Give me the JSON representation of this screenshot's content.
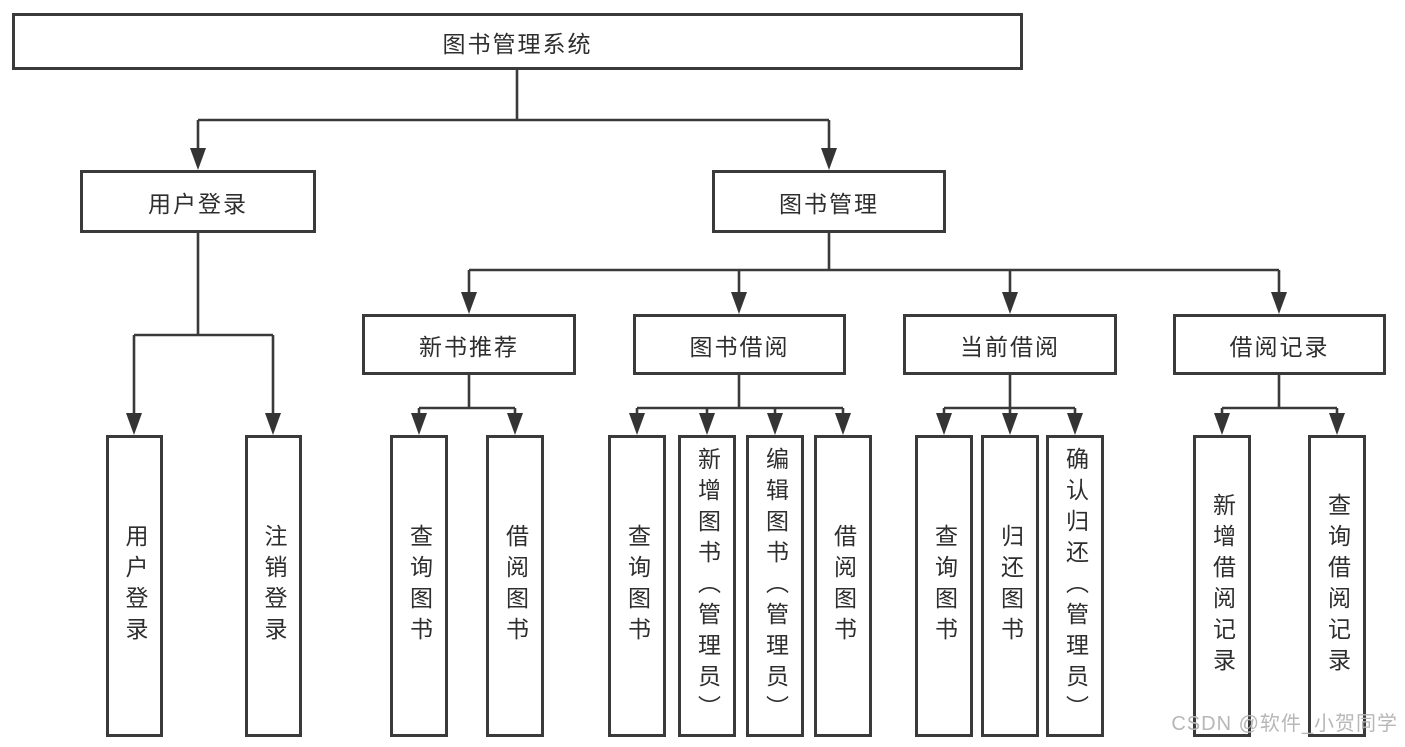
{
  "tree": {
    "label": "图书管理系统",
    "children": [
      {
        "label": "用户登录",
        "children": [
          {
            "label": "用户登录"
          },
          {
            "label": "注销登录"
          }
        ]
      },
      {
        "label": "图书管理",
        "children": [
          {
            "label": "新书推荐",
            "children": [
              {
                "label": "查询图书"
              },
              {
                "label": "借阅图书"
              }
            ]
          },
          {
            "label": "图书借阅",
            "children": [
              {
                "label": "查询图书"
              },
              {
                "label": "新增图书（管理员）"
              },
              {
                "label": "编辑图书（管理员）"
              },
              {
                "label": "借阅图书"
              }
            ]
          },
          {
            "label": "当前借阅",
            "children": [
              {
                "label": "查询图书"
              },
              {
                "label": "归还图书"
              },
              {
                "label": "确认归还（管理员）"
              }
            ]
          },
          {
            "label": "借阅记录",
            "children": [
              {
                "label": "新增借阅记录"
              },
              {
                "label": "查询借阅记录"
              }
            ]
          }
        ]
      }
    ]
  },
  "watermark": "CSDN @软件_小贺同学",
  "colors": {
    "line": "#3a3a3a",
    "text": "#2e2e2e",
    "watermark": "#b7b7b7",
    "background": "#ffffff"
  }
}
